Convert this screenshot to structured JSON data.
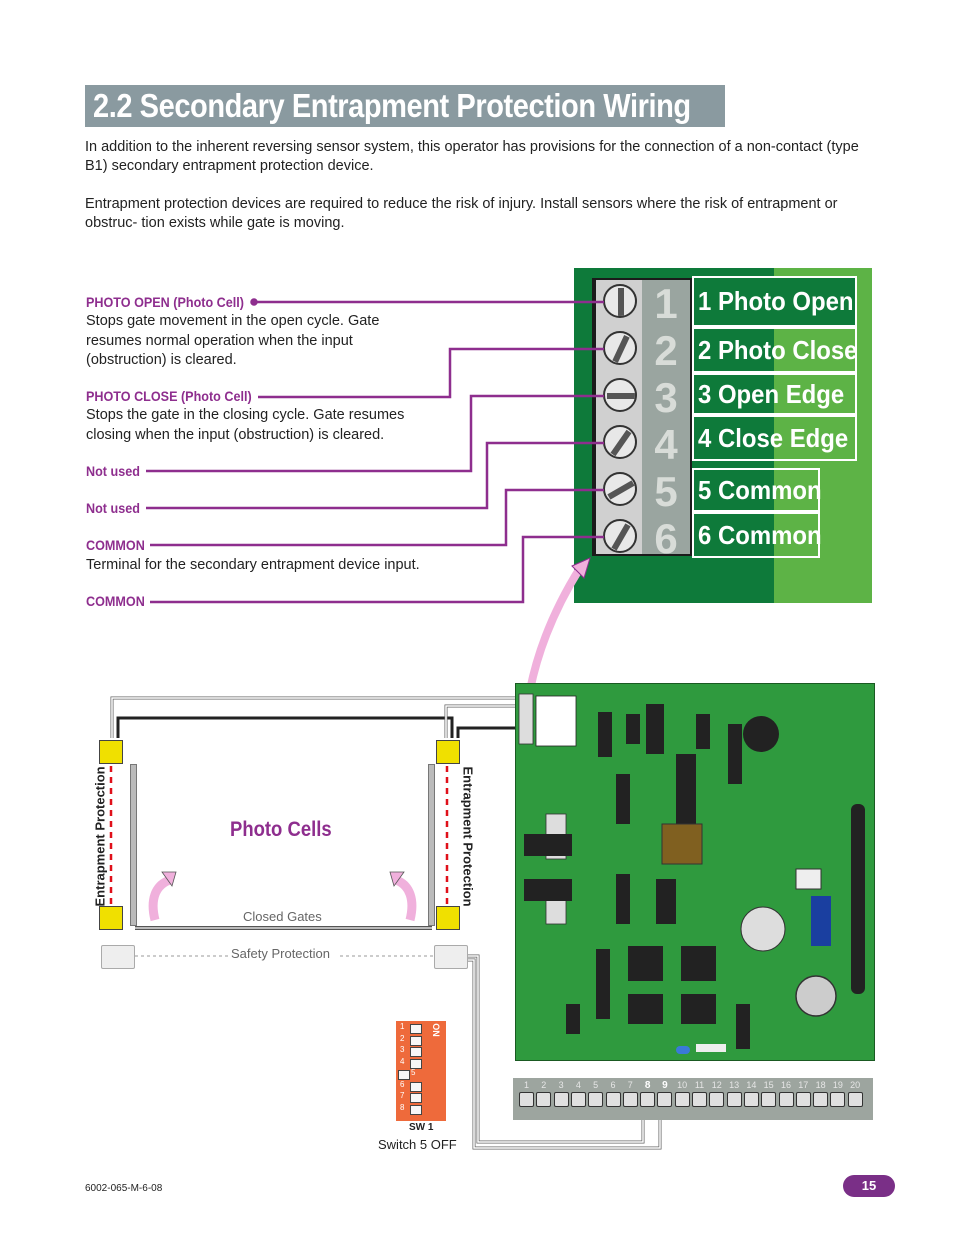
{
  "title": "2.2 Secondary Entrapment Protection Wiring",
  "paragraphs": [
    "In addition to the inherent reversing sensor system, this operator has provisions for the connection of a non-contact (type B1) secondary entrapment protection device.",
    "Entrapment protection devices are required to reduce the risk of injury. Install sensors where the risk of entrapment or obstruc- tion exists while gate is moving."
  ],
  "callouts": [
    {
      "title": "PHOTO OPEN (Photo Cell)",
      "desc": "Stops gate movement in the open cycle. Gate resumes normal operation when the input (obstruction) is cleared."
    },
    {
      "title": "PHOTO CLOSE (Photo Cell)",
      "desc": "Stops the gate in the closing cycle. Gate resumes closing when the input (obstruction) is cleared."
    },
    {
      "title": "Not used",
      "desc": ""
    },
    {
      "title": "Not used",
      "desc": ""
    },
    {
      "title": "COMMON",
      "desc": "Terminal for the secondary entrapment device input."
    },
    {
      "title": "COMMON",
      "desc": ""
    }
  ],
  "terminal_numbers": [
    "1",
    "2",
    "3",
    "4",
    "5",
    "6"
  ],
  "terminal_labels": [
    "1 Photo Open",
    "2 Photo Close",
    "3 Open Edge",
    "4 Close Edge",
    "5 Common",
    "6 Common"
  ],
  "diagram": {
    "photo_cells": "Photo Cells",
    "entrapment_protection": "Entrapment Protection",
    "closed_gates": "Closed Gates",
    "safety_protection": "Safety Protection",
    "sw1": "SW 1",
    "switch_note": "Switch 5 OFF",
    "dip_on": "ON",
    "dip_numbers": [
      "1",
      "2",
      "3",
      "4",
      "5",
      "6",
      "7",
      "8"
    ]
  },
  "pcb_strip_numbers": [
    "1",
    "2",
    "3",
    "4",
    "5",
    "6",
    "7",
    "8",
    "9",
    "10",
    "11",
    "12",
    "13",
    "14",
    "15",
    "16",
    "17",
    "18",
    "19",
    "20"
  ],
  "footer": "6002-065-M-6-08",
  "page_number": "15",
  "colors": {
    "accent_purple": "#8e2e8e",
    "title_bg": "#8a9aa0",
    "board_green": "#2f9a3e",
    "label_green": "#0e7a3a",
    "light_green": "#5db346"
  }
}
